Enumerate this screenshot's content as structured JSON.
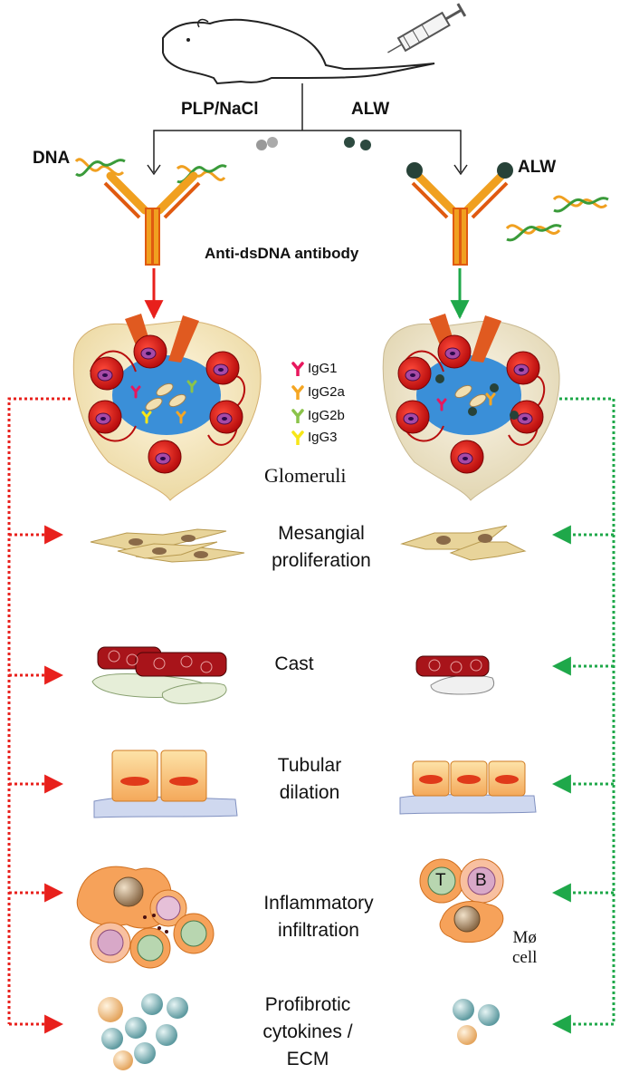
{
  "top": {
    "left_branch_label": "PLP/NaCl",
    "right_branch_label": "ALW",
    "left_target_label": "DNA",
    "right_target_label": "ALW",
    "antibody_label": "Anti-dsDNA antibody"
  },
  "legend": [
    {
      "name": "IgG1",
      "color": "#e8175d"
    },
    {
      "name": "IgG2a",
      "color": "#f5a623"
    },
    {
      "name": "IgG2b",
      "color": "#8bc34a"
    },
    {
      "name": "IgG3",
      "color": "#f7e617"
    }
  ],
  "glomeruli_label": "Glomeruli",
  "outcomes": [
    {
      "lines": [
        "Mesangial",
        "proliferation"
      ]
    },
    {
      "lines": [
        "Cast"
      ]
    },
    {
      "lines": [
        "Tubular",
        "dilation"
      ]
    },
    {
      "lines": [
        "Inflammatory",
        "infiltration"
      ]
    },
    {
      "lines": [
        "Profibrotic",
        "cytokines /",
        "ECM"
      ]
    }
  ],
  "cells": {
    "t": "T",
    "b": "B",
    "mo_line1": "Mø",
    "mo_line2": "cell"
  },
  "colors": {
    "left_arrow": "#e8201c",
    "right_arrow": "#1fa84a",
    "antibody": "#f0a020"
  }
}
